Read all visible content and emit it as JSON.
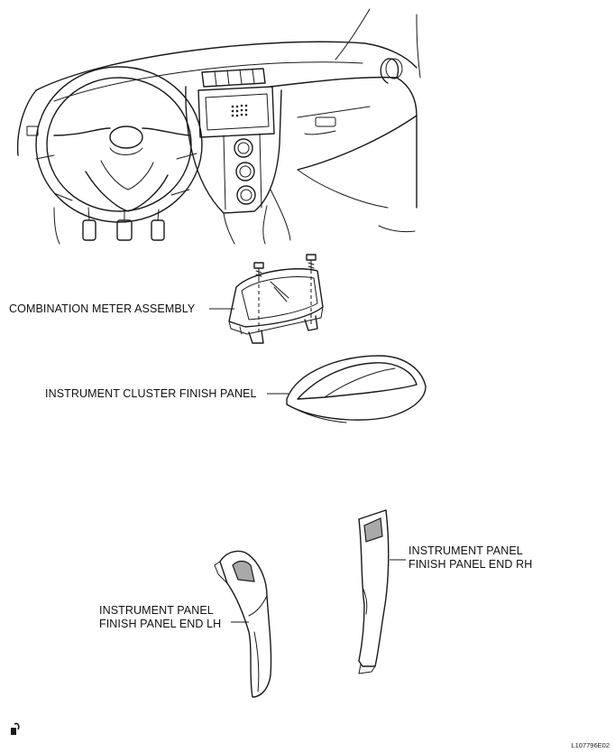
{
  "labels": {
    "combination_meter": "COMBINATION METER ASSEMBLY",
    "cluster_finish_panel": "INSTRUMENT CLUSTER FINISH PANEL",
    "end_rh_line1": "INSTRUMENT PANEL",
    "end_rh_line2": "FINISH PANEL END RH",
    "end_lh_line1": "INSTRUMENT PANEL",
    "end_lh_line2": "FINISH PANEL END LH"
  },
  "figure_code": "L107796E02",
  "icons": {
    "corner_mark": "tool-symbol-icon"
  }
}
